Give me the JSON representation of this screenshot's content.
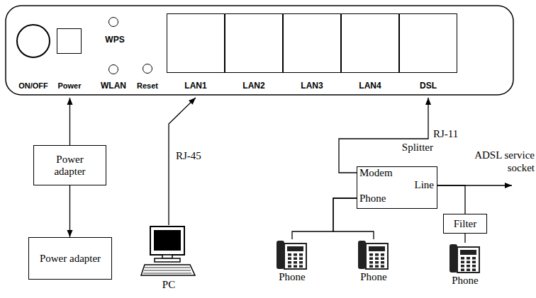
{
  "diagram": {
    "nodes": [
      {
        "text": [
          "ON/OFF"
        ]
      },
      {
        "text": [
          "Power"
        ]
      },
      {
        "text": [
          "WPS"
        ]
      },
      {
        "text": [
          "WLAN"
        ]
      },
      {
        "text": [
          "Reset"
        ]
      },
      {
        "text": [
          "LAN1"
        ]
      },
      {
        "text": [
          "LAN2"
        ]
      },
      {
        "text": [
          "LAN3"
        ]
      },
      {
        "text": [
          "LAN4"
        ]
      },
      {
        "text": [
          "DSL"
        ]
      },
      {
        "text": [
          "Power adapter"
        ]
      },
      {
        "text": [
          "Power adapter"
        ]
      },
      {
        "text": [
          "PC"
        ]
      },
      {
        "text": [
          "Splitter",
          "Modem",
          "Line",
          "Phone"
        ]
      },
      {
        "text": [
          "Phone"
        ]
      },
      {
        "text": [
          "Phone"
        ]
      },
      {
        "text": [
          "Filter"
        ]
      },
      {
        "text": [
          "Phone"
        ]
      }
    ],
    "edges": [
      {
        "from": 10,
        "to": 1,
        "arrow": "to"
      },
      {
        "from": 10,
        "to": 11,
        "arrow": "to"
      },
      {
        "from": 12,
        "to": 5,
        "arrow": "to",
        "label": "RJ-45"
      },
      {
        "from": 13,
        "to": 9,
        "arrow": "to",
        "label": "RJ-11"
      },
      {
        "from": 13,
        "to": 14,
        "arrow": "none"
      },
      {
        "from": 13,
        "to": 15,
        "arrow": "none"
      },
      {
        "from": 13,
        "to": 16,
        "arrow": "none"
      },
      {
        "from": 16,
        "to": 17,
        "arrow": "none"
      }
    ],
    "labels": [
      "ADSL service socket"
    ]
  }
}
